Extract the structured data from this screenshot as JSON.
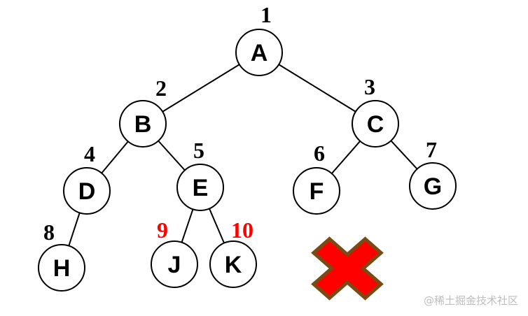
{
  "nodes": [
    {
      "id": "A",
      "label": "A",
      "number": "1"
    },
    {
      "id": "B",
      "label": "B",
      "number": "2"
    },
    {
      "id": "C",
      "label": "C",
      "number": "3"
    },
    {
      "id": "D",
      "label": "D",
      "number": "4"
    },
    {
      "id": "E",
      "label": "E",
      "number": "5"
    },
    {
      "id": "F",
      "label": "F",
      "number": "6"
    },
    {
      "id": "G",
      "label": "G",
      "number": "7"
    },
    {
      "id": "H",
      "label": "H",
      "number": "8"
    },
    {
      "id": "J",
      "label": "J",
      "number": "9",
      "highlight": true
    },
    {
      "id": "K",
      "label": "K",
      "number": "10",
      "highlight": true
    }
  ],
  "edges": [
    [
      "A",
      "B"
    ],
    [
      "A",
      "C"
    ],
    [
      "B",
      "D"
    ],
    [
      "B",
      "E"
    ],
    [
      "C",
      "F"
    ],
    [
      "C",
      "G"
    ],
    [
      "D",
      "H"
    ],
    [
      "E",
      "J"
    ],
    [
      "E",
      "K"
    ]
  ],
  "colors": {
    "number_default": "#000000",
    "number_highlight": "#ff0000",
    "cross_fill": "#ff0000",
    "cross_outline": "#7a4a14"
  },
  "cross_icon": "x-mark-icon",
  "watermark": "@稀土掘金技术社区"
}
